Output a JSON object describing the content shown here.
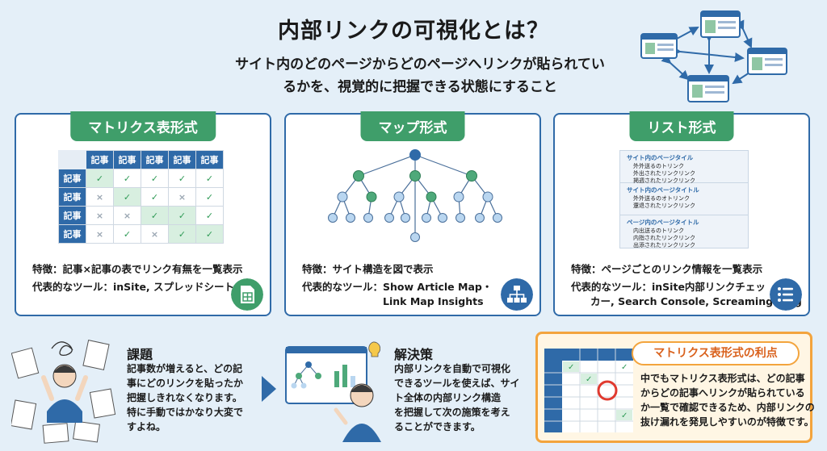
{
  "header": {
    "title": "内部リンクの可視化とは？",
    "subtitle_line1": "サイト内のどのページからどのページへリンクが貼られてい",
    "subtitle_line2": "るかを、視覚的に把握できる状態にすること"
  },
  "cards": [
    {
      "title": "マトリクス表形式",
      "feature": "特徴：記事×記事の表でリンク有無を一覧表示",
      "tools": "代表的なツール：inSite, スプレッドシート",
      "icon": "spreadsheet-icon",
      "matrix": {
        "col_headers": [
          "記事",
          "記事",
          "記事",
          "記事",
          "記事"
        ],
        "row_headers": [
          "記事",
          "記事",
          "記事",
          "記事"
        ],
        "cells": [
          [
            "check",
            "check",
            "check",
            "check",
            "check"
          ],
          [
            "cross",
            "check",
            "check",
            "cross",
            "check"
          ],
          [
            "cross",
            "cross",
            "check",
            "check",
            "check"
          ],
          [
            "cross",
            "check",
            "cross",
            "check",
            "check"
          ]
        ],
        "highlight": [
          [
            true,
            false,
            false,
            false,
            false
          ],
          [
            false,
            true,
            false,
            false,
            false
          ],
          [
            false,
            false,
            true,
            true,
            false
          ],
          [
            false,
            false,
            false,
            true,
            true
          ]
        ],
        "check_symbol": "✓",
        "cross_symbol": "×"
      }
    },
    {
      "title": "マップ形式",
      "feature": "特徴：サイト構造を図で表示",
      "tools_line1": "代表的なツール：Show Article Map・",
      "tools_line2": "Link Map Insights",
      "icon": "sitemap-icon"
    },
    {
      "title": "リスト形式",
      "feature": "特徴：ページごとのリンク情報を一覧表示",
      "tools_line1": "代表的なツール：inSite内部リンクチェッ",
      "tools_line2": "カー, Search Console, Screaming Frog",
      "icon": "list-icon",
      "list_sections": [
        {
          "heading": "サイト内のページタイル",
          "items": [
            "外外送るのトリンク",
            "外出されたリンクリンク",
            "掲週されたリンクリンク"
          ]
        },
        {
          "heading": "サイト内のページタイトル",
          "items": [
            "外外送るのオトリンク",
            "還退されたリンクリンク"
          ]
        },
        {
          "heading": "ページ内のページタイトル",
          "items": [
            "内出送るのトリンク",
            "内指されたリンクリンク",
            "出添されたリンクリンク"
          ]
        }
      ]
    }
  ],
  "issue": {
    "title": "課題",
    "text_lines": [
      "記事数が増えると、どの記",
      "事にどのリンクを貼ったか",
      "把握しきれなくなります。",
      "特に手動ではかなり大変で",
      "すよね。"
    ]
  },
  "solution": {
    "title": "解決策",
    "text_lines": [
      "内部リンクを自動で可視化",
      "できるツールを使えば、サイ",
      "ト全体の内部リンク構造",
      "を把握して次の施策を考え",
      "ることができます。"
    ]
  },
  "advantage": {
    "title": "マトリクス表形式の利点",
    "text_lines": [
      "中でもマトリクス表形式は、どの記事",
      "からどの記事へリンクが貼られている",
      "か一覧で確認できるため、内部リンクの",
      "抜け漏れを発見しやすいのが特徴です。"
    ]
  },
  "colors": {
    "background": "#e4eff8",
    "card_border": "#2f6aa8",
    "card_title": "#3f9e6a",
    "accent_blue": "#2f6aa8",
    "check_green": "#2e9a55",
    "advantage_border": "#f3a43d",
    "advantage_title_text": "#d9601b"
  }
}
